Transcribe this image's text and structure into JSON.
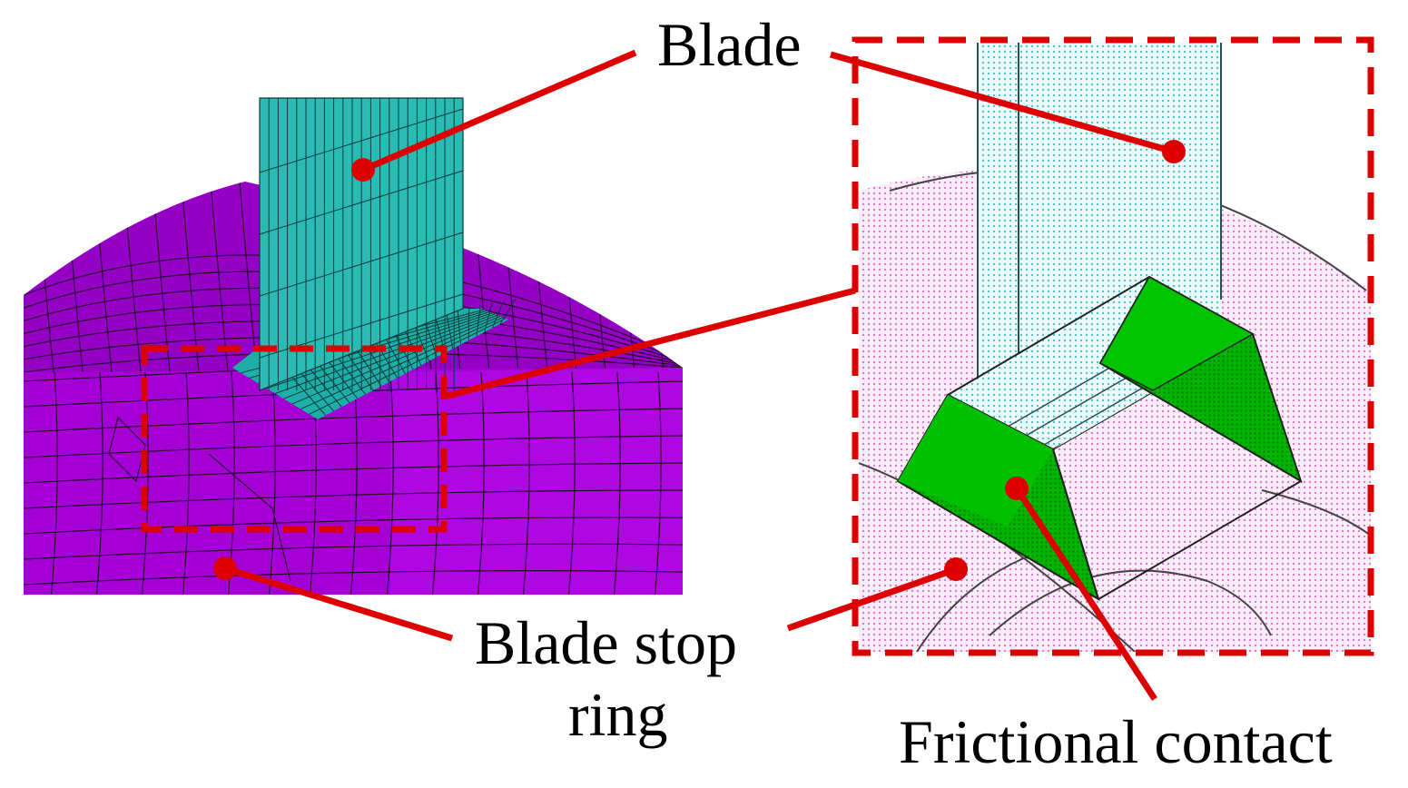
{
  "labels": {
    "blade": "Blade",
    "stop_ring_line1": "Blade stop",
    "stop_ring_line2": "ring",
    "frictional_contact": "Frictional contact"
  },
  "colors": {
    "ring": "#a800d8",
    "ring_light": "#b80ae8",
    "ring_dark": "#7a00a6",
    "blade": "#2bbbb5",
    "blade_platform": "#1fb0aa",
    "contact": "#00b800",
    "contact_dark": "#009000",
    "callout": "#dd0000",
    "zoom_ring_fill": "#f4cdf0",
    "zoom_blade_fill": "#d5f2f5",
    "mesh_line": "#2a0033",
    "text": "#000000"
  },
  "icons": {
    "callout_marker": "filled-dot",
    "zoom_frame": "dashed-rectangle"
  }
}
